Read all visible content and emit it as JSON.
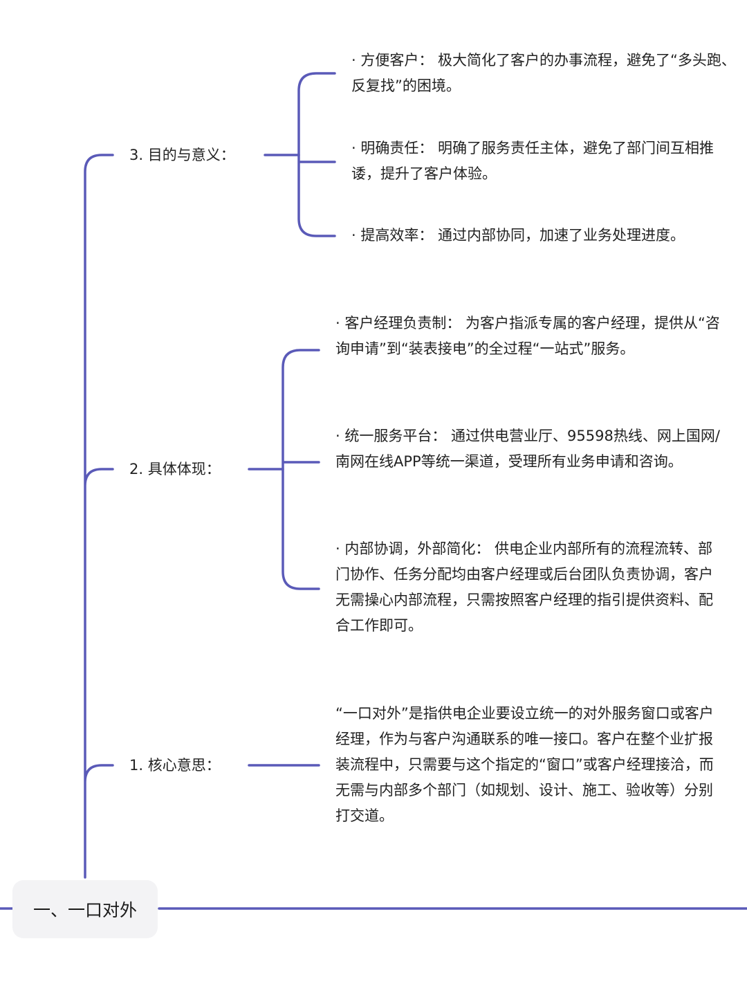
{
  "root": {
    "label": "一、一口对外"
  },
  "branches": [
    {
      "label": "3. 目的与意义：",
      "items": [
        "· 方便客户： 极大简化了客户的办事流程，避免了“多头跑、反复找”的困境。",
        "· 明确责任： 明确了服务责任主体，避免了部门间互相推诿，提升了客户体验。",
        "· 提高效率： 通过内部协同，加速了业务处理进度。"
      ]
    },
    {
      "label": "2. 具体体现：",
      "items": [
        "· 客户经理负责制： 为客户指派专属的客户经理，提供从“咨询申请”到“装表接电”的全过程“一站式”服务。",
        "· 统一服务平台： 通过供电营业厅、95598热线、网上国网/南网在线APP等统一渠道，受理所有业务申请和咨询。",
        "· 内部协调，外部简化： 供电企业内部所有的流程流转、部门协作、任务分配均由客户经理或后台团队负责协调，客户无需操心内部流程，只需按照客户经理的指引提供资料、配合工作即可。"
      ]
    },
    {
      "label": "1. 核心意思：",
      "items": [
        "“一口对外”是指供电企业要设立统一的对外服务窗口或客户经理，作为与客户沟通联系的唯一接口。客户在整个业扩报装流程中，只需要与这个指定的“窗口”或客户经理接洽，而无需与内部多个部门（如规划、设计、施工、验收等）分别打交道。"
      ]
    }
  ],
  "colors": {
    "connector": "#5a5ab8",
    "root_background": "#f3f3f5",
    "text": "#222222"
  }
}
